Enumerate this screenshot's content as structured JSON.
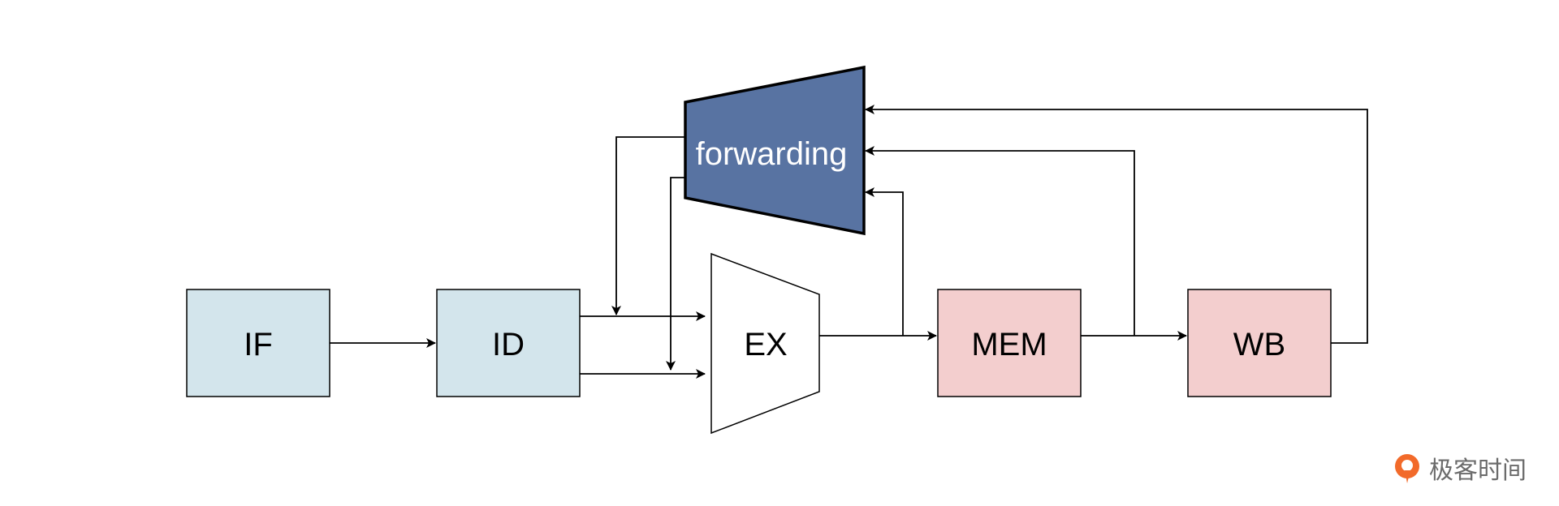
{
  "stages": {
    "if": "IF",
    "id": "ID",
    "ex": "EX",
    "mem": "MEM",
    "wb": "WB"
  },
  "forwarding": {
    "label": "forwarding"
  },
  "watermark": {
    "text": "极客时间"
  },
  "colors": {
    "fetch_decode_fill": "#d3e5ec",
    "mem_wb_fill": "#f3cece",
    "forwarding_fill": "#5873a2",
    "ex_fill": "#ffffff",
    "stroke": "#000000",
    "brand": "#f26a2a"
  }
}
